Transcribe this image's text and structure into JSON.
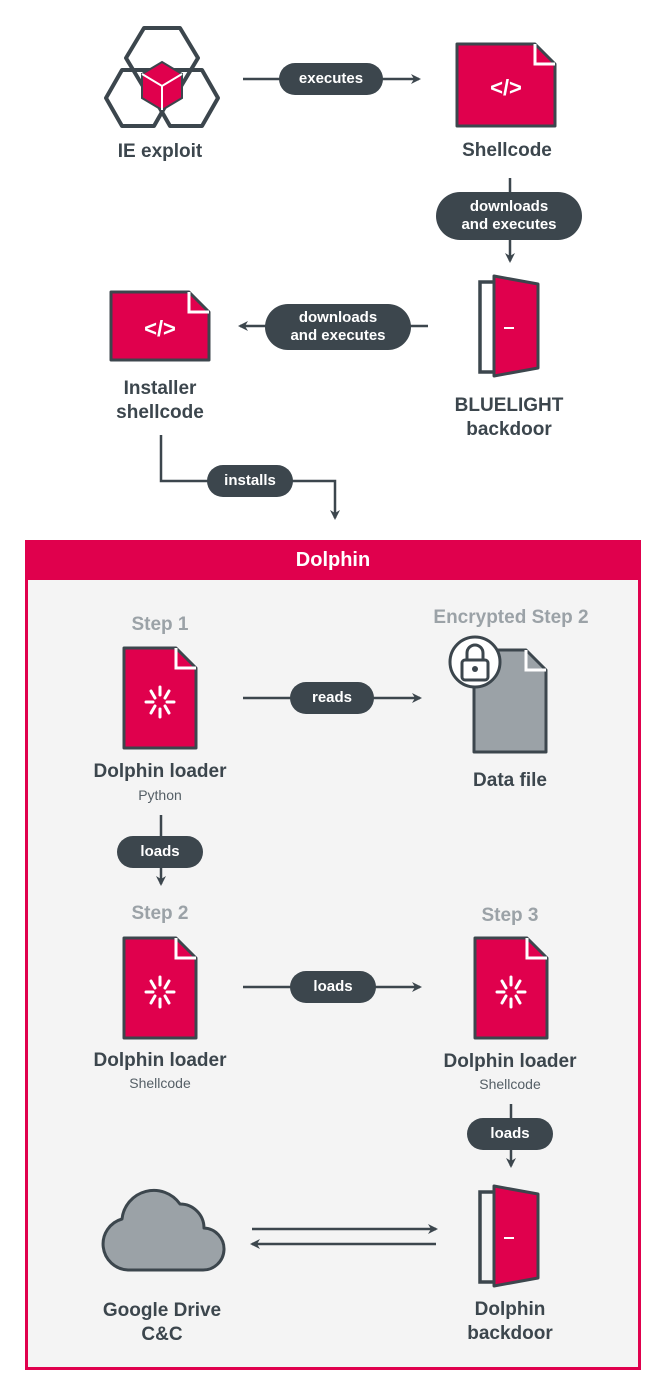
{
  "nodes": {
    "ie_exploit": "IE exploit",
    "shellcode": "Shellcode",
    "installer_line1": "Installer",
    "installer_line2": "shellcode",
    "bluelight_line1": "BLUELIGHT",
    "bluelight_line2": "backdoor",
    "loader1_title": "Dolphin loader",
    "loader1_sub": "Python",
    "datafile": "Data file",
    "loader2_title": "Dolphin loader",
    "loader2_sub": "Shellcode",
    "loader3_title": "Dolphin loader",
    "loader3_sub": "Shellcode",
    "gdrive_line1": "Google Drive",
    "gdrive_line2": "C&C",
    "dolphin_bd_line1": "Dolphin",
    "dolphin_bd_line2": "backdoor",
    "code_glyph": "</>"
  },
  "edges": {
    "executes": "executes",
    "downloads_line1": "downloads",
    "downloads_line2": "and executes",
    "installs": "installs",
    "reads": "reads",
    "loads": "loads"
  },
  "container": {
    "title": "Dolphin",
    "step1": "Step 1",
    "step2": "Step 2",
    "step3": "Step 3",
    "encrypted_step2": "Encrypted Step 2"
  },
  "colors": {
    "accent": "#e0004d",
    "dark": "#3c464d",
    "gray": "#9ba2a7",
    "panel": "#f4f4f4"
  }
}
